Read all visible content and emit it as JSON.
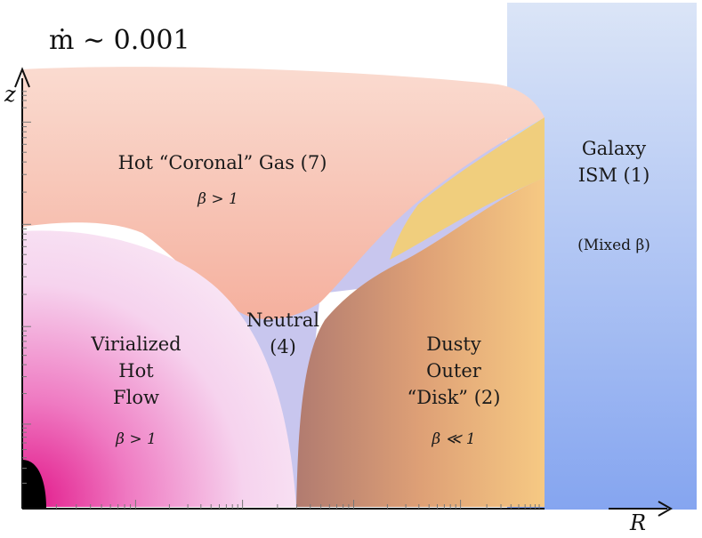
{
  "title": "ṁ ∼ 0.001",
  "axes": {
    "x_label": "R",
    "y_label": "z"
  },
  "regions": {
    "coronal": {
      "name": "Hot “Coronal” Gas (7)",
      "beta": "β > 1"
    },
    "galaxy": {
      "line1": "Galaxy",
      "line2": "ISM (1)",
      "beta": "(Mixed β)"
    },
    "neutral": {
      "line1": "Neutral",
      "line2": "(4)"
    },
    "virialized": {
      "line1": "Virialized",
      "line2": "Hot",
      "line3": "Flow",
      "beta": "β > 1"
    },
    "dusty": {
      "line1": "Dusty",
      "line2": "Outer",
      "line3": "“Disk” (2)",
      "beta": "β ≪ 1"
    }
  },
  "colors": {
    "coronal": "#f7bfae",
    "galaxy_top": "#d6e2f6",
    "galaxy_bottom": "#86a6f0",
    "neutral": "#c4c4ec",
    "virialized_light": "#f6d8f0",
    "virialized_dark": "#e0208c",
    "dusty_left": "#b8806e",
    "dusty_right": "#f6c681",
    "dust_yellow": "#f0cc74",
    "black_hole": "#000000"
  }
}
